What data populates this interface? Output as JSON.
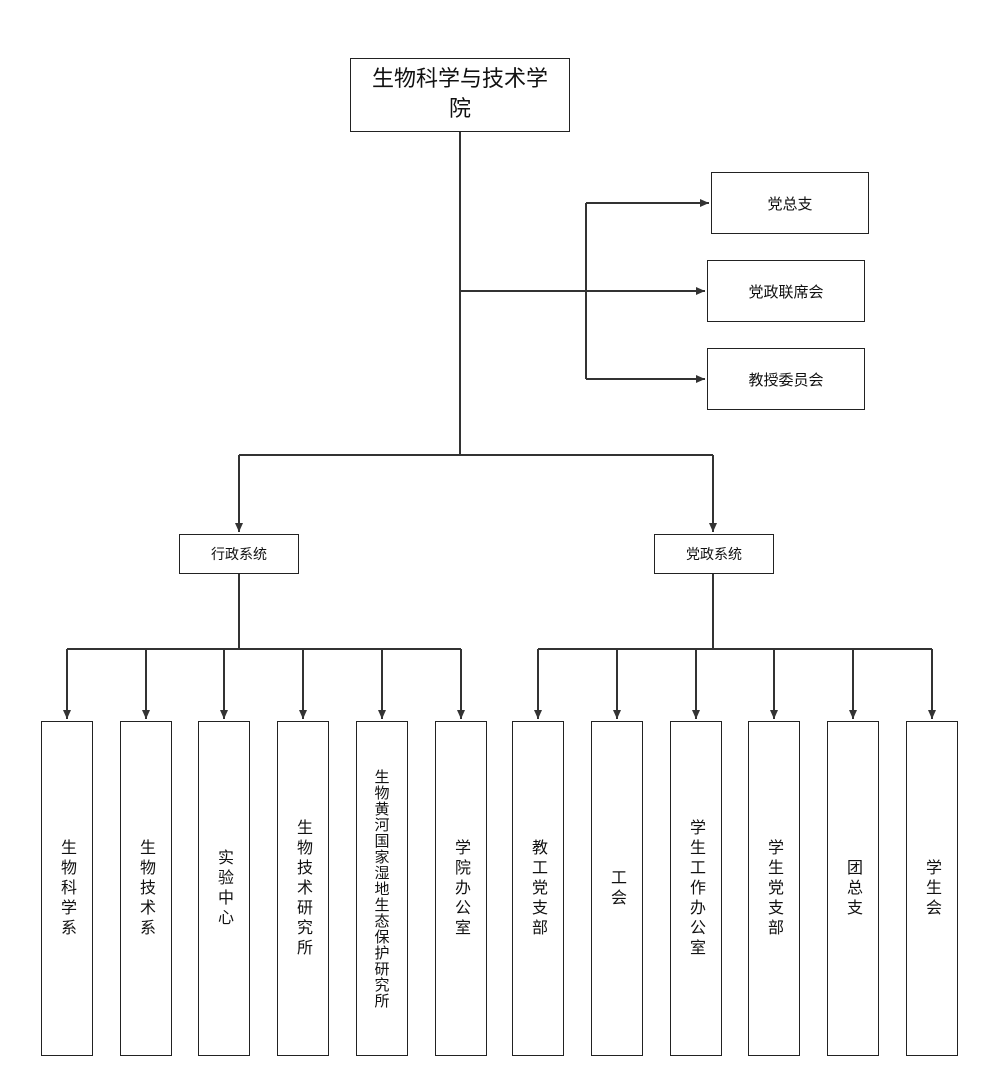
{
  "root": {
    "label": "生物科学与技术学院"
  },
  "side_boxes": [
    {
      "label": "党总支"
    },
    {
      "label": "党政联席会"
    },
    {
      "label": "教授委员会"
    }
  ],
  "branches": [
    {
      "label": "行政系统",
      "children": [
        "生物科学系",
        "生物技术系",
        "实验中心",
        "生物技术研究所",
        "生物黄河国家湿地生态保护研究所",
        "学院办公室"
      ]
    },
    {
      "label": "党政系统",
      "children": [
        "教工党支部",
        "工会",
        "学生工作办公室",
        "学生党支部",
        "团总支",
        "学生会"
      ]
    }
  ]
}
